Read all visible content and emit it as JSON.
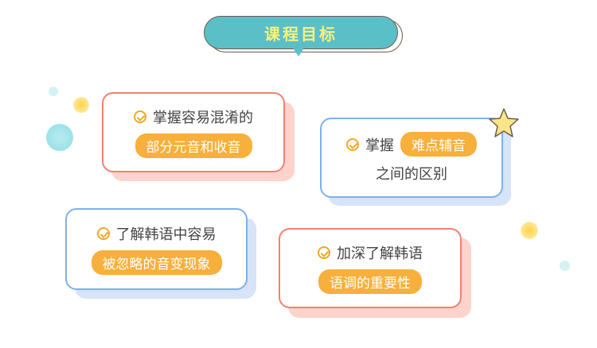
{
  "title": "课程目标",
  "cards": [
    {
      "line": "掌握容易混淆的",
      "highlight": "部分元音和收音"
    },
    {
      "line": "掌握",
      "highlight": "难点辅音",
      "line2": "之间的区别"
    },
    {
      "line": "了解韩语中容易",
      "highlight": "被忽略的音变现象"
    },
    {
      "line": "加深了解韩语",
      "highlight": "语调的重要性"
    }
  ],
  "colors": {
    "teal": "#5bbfc8",
    "title_text": "#f6f37a",
    "pill": "#f7b03b",
    "red_border": "#f4816d",
    "blue_border": "#7fb0ea"
  }
}
